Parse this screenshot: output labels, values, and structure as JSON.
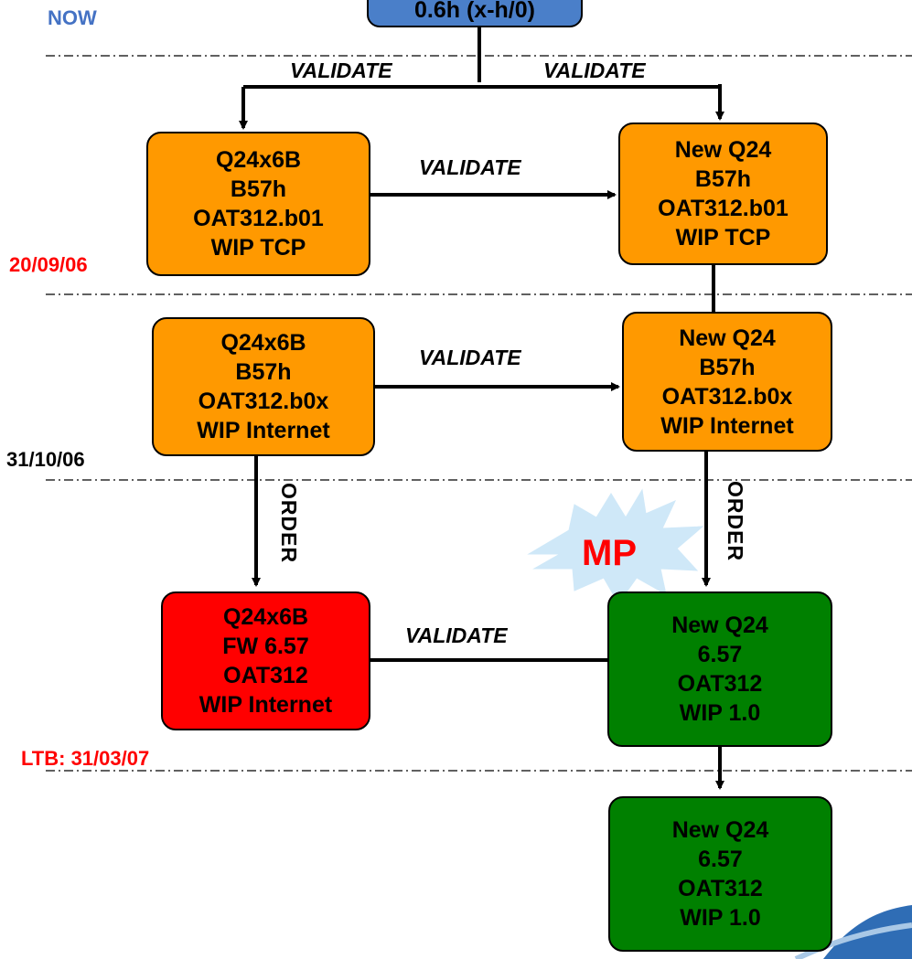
{
  "top_box": {
    "text": "0.6h (x-h/0)"
  },
  "dates": {
    "now": "NOW",
    "d1": "20/09/06",
    "d2": "31/10/06",
    "ltb": "LTB: 31/03/07"
  },
  "labels": {
    "validate": "VALIDATE",
    "order": "ORDER",
    "mp": "MP"
  },
  "boxes": {
    "r1_left": [
      "Q24x6B",
      "B57h",
      "OAT312.b01",
      "WIP TCP"
    ],
    "r1_right": [
      "New Q24",
      "B57h",
      "OAT312.b01",
      "WIP TCP"
    ],
    "r2_left": [
      "Q24x6B",
      "B57h",
      "OAT312.b0x",
      "WIP Internet"
    ],
    "r2_right": [
      "New Q24",
      "B57h",
      "OAT312.b0x",
      "WIP Internet"
    ],
    "r3_left": [
      "Q24x6B",
      "FW 6.57",
      "OAT312",
      "WIP Internet"
    ],
    "r3_right": [
      "New Q24",
      "6.57",
      "OAT312",
      "WIP 1.0"
    ],
    "r4_right": [
      "New Q24",
      "6.57",
      "OAT312",
      "WIP 1.0"
    ]
  },
  "colors": {
    "orange": "#ff9900",
    "red": "#ff0000",
    "green": "#008000",
    "blue_now": "#4472c4",
    "date_red": "#ff0000",
    "top_blue": "#4a7fc9"
  }
}
